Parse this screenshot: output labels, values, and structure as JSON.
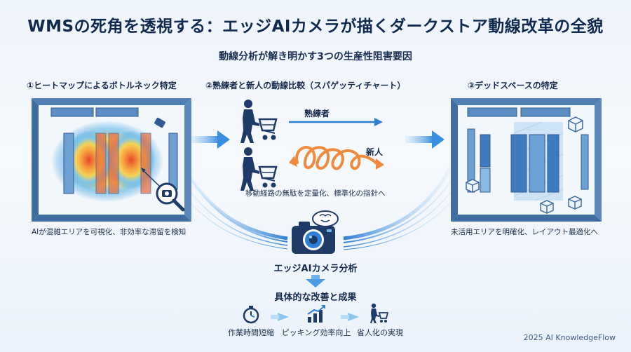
{
  "title": "WMSの死角を透視する：エッジAIカメラが描くダークストア動線改革の全貌",
  "subtitle": "動線分析が解き明かす3つの生産性阻害要因",
  "sections": [
    {
      "heading": "①ヒートマップによるボトルネック特定",
      "caption": "AIが混雑エリアを可視化、非効率な滞留を検知"
    },
    {
      "heading": "②熟練者と新人の動線比較（スパゲッティチャート）",
      "expert_label": "熟練者",
      "novice_label": "新人",
      "caption": "移動経路の無駄を定量化、標準化の指針へ"
    },
    {
      "heading": "③デッドスペースの特定",
      "caption": "未活用エリアを明確化、レイアウト最適化へ"
    }
  ],
  "camera_label": "エッジAIカメラ分析",
  "results_heading": "具体的な改善と成果",
  "results": [
    {
      "label": "作業時間短縮",
      "icon": "stopwatch-icon"
    },
    {
      "label": "ピッキング効率向上",
      "icon": "bar-chart-up-icon"
    },
    {
      "label": "省人化の実現",
      "icon": "worker-cart-icon"
    }
  ],
  "footer": "2025 AI KnowledgeFlow",
  "colors": {
    "navy": "#102a4f",
    "blue": "#2f7fd6",
    "light_blue": "#8ec4f0",
    "orange": "#f08a3c",
    "red": "#e8482e"
  }
}
